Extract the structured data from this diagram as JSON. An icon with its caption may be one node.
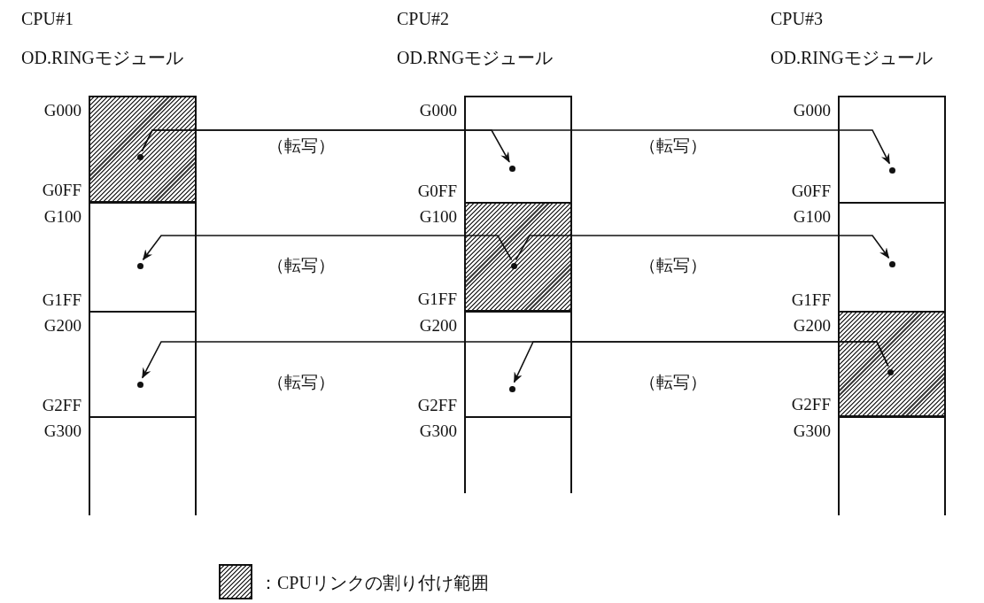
{
  "diagram": {
    "nodes": [
      {
        "text": [
          "CPU#1",
          "OD.RINGモジュール"
        ]
      },
      {
        "text": [],
        "shape": "box",
        "in": 0,
        "beside": [
          "G000",
          "G0FF"
        ]
      },
      {
        "text": [],
        "shape": "box",
        "in": 0,
        "beside": [
          "G100",
          "G1FF"
        ]
      },
      {
        "text": [],
        "shape": "box",
        "in": 0,
        "beside": [
          "G200",
          "G2FF"
        ]
      },
      {
        "text": [],
        "shape": "box",
        "in": 0,
        "beside": [
          "G300"
        ]
      },
      {
        "text": [],
        "shape": "circle",
        "in": 1
      },
      {
        "text": [],
        "shape": "circle",
        "in": 2
      },
      {
        "text": [],
        "shape": "circle",
        "in": 3
      },
      {
        "text": [
          "CPU#2",
          "OD.RNGモジュール"
        ]
      },
      {
        "text": [],
        "shape": "box",
        "in": 8,
        "beside": [
          "G000",
          "G0FF"
        ]
      },
      {
        "text": [],
        "shape": "box",
        "in": 8,
        "beside": [
          "G100",
          "G1FF"
        ]
      },
      {
        "text": [],
        "shape": "box",
        "in": 8,
        "beside": [
          "G200",
          "G2FF"
        ]
      },
      {
        "text": [],
        "shape": "box",
        "in": 8,
        "beside": [
          "G300"
        ]
      },
      {
        "text": [],
        "shape": "circle",
        "in": 9
      },
      {
        "text": [],
        "shape": "circle",
        "in": 10
      },
      {
        "text": [],
        "shape": "circle",
        "in": 11
      },
      {
        "text": [
          "CPU#3",
          "OD.RINGモジュール"
        ]
      },
      {
        "text": [],
        "shape": "box",
        "in": 16,
        "beside": [
          "G000",
          "G0FF"
        ]
      },
      {
        "text": [],
        "shape": "box",
        "in": 16,
        "beside": [
          "G100",
          "G1FF"
        ]
      },
      {
        "text": [],
        "shape": "box",
        "in": 16,
        "beside": [
          "G200",
          "G2FF"
        ]
      },
      {
        "text": [],
        "shape": "box",
        "in": 16,
        "beside": [
          "G300"
        ]
      },
      {
        "text": [],
        "shape": "circle",
        "in": 17
      },
      {
        "text": [],
        "shape": "circle",
        "in": 18
      },
      {
        "text": [],
        "shape": "circle",
        "in": 19
      }
    ],
    "edges": [
      {
        "from": 5,
        "to": 13,
        "arrow": "to",
        "label": "（転写）"
      },
      {
        "from": 5,
        "to": 21,
        "arrow": "to",
        "label": "（転写）"
      },
      {
        "from": 14,
        "to": 6,
        "arrow": "to",
        "label": "（転写）"
      },
      {
        "from": 14,
        "to": 22,
        "arrow": "to",
        "label": "（転写）"
      },
      {
        "from": 23,
        "to": 15,
        "arrow": "to",
        "label": "（転写）"
      },
      {
        "from": 23,
        "to": 7,
        "arrow": "to",
        "label": "（転写）"
      }
    ],
    "legend": [
      {
        "text": "：CPUリンクの割り付け範囲"
      }
    ]
  }
}
